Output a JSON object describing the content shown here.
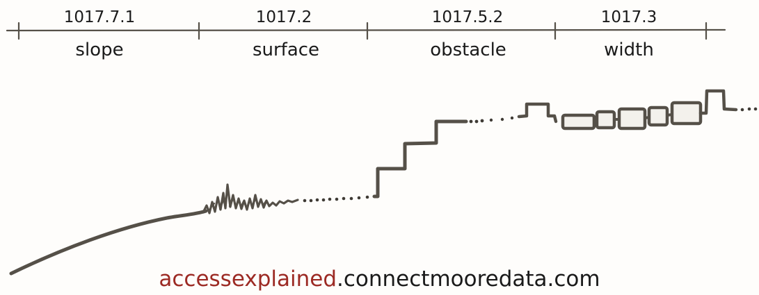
{
  "header": {
    "sections": [
      {
        "code": "1017.7.1",
        "name": "slope"
      },
      {
        "code": "1017.2",
        "name": "surface"
      },
      {
        "code": "1017.5.2",
        "name": "obstacle"
      },
      {
        "code": "1017.3",
        "name": "width"
      }
    ]
  },
  "footer": {
    "brand": "accessexplained",
    "domain": ".connectmooredata.com",
    "brand_color": "#9c2a24"
  },
  "colors": {
    "ink": "#555048",
    "text": "#1a1a1a",
    "background": "#fefdfb"
  }
}
